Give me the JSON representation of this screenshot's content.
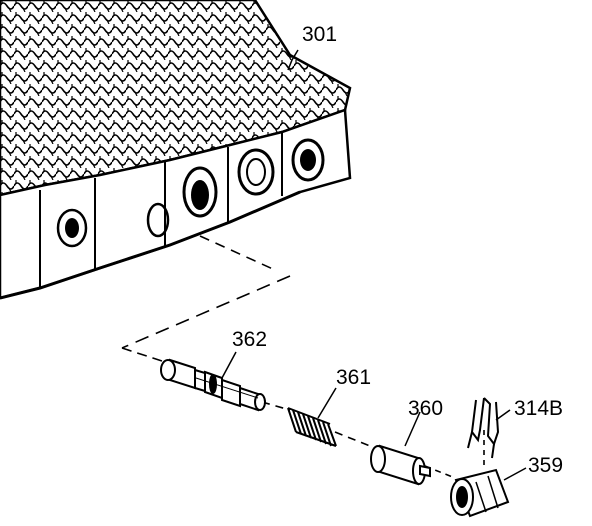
{
  "callouts": {
    "valve_body": "301",
    "valve": "362",
    "spring": "361",
    "bore_plug": "360",
    "retainer_clip": "314B",
    "sleeve": "359"
  },
  "colors": {
    "ink": "#000000",
    "paper": "#ffffff"
  }
}
